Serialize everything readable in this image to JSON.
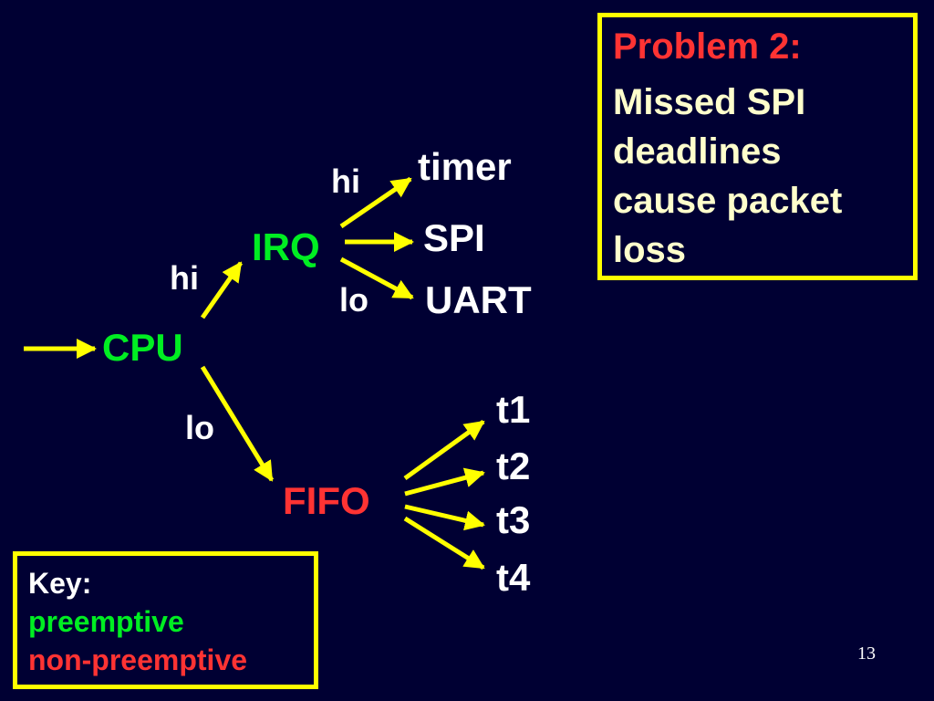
{
  "colors": {
    "background": "#000033",
    "arrow": "#FFFF00",
    "preemptive": "#00EE22",
    "non_preemptive": "#FF3333",
    "task_text": "#FFFFFF",
    "problem_title": "#FF3333",
    "problem_body": "#FFFFCC",
    "box_border": "#FFFF00"
  },
  "nodes": {
    "cpu": "CPU",
    "irq": "IRQ",
    "fifo": "FIFO",
    "timer": "timer",
    "spi": "SPI",
    "uart": "UART",
    "t1": "t1",
    "t2": "t2",
    "t3": "t3",
    "t4": "t4"
  },
  "edge_labels": {
    "cpu_irq": "hi",
    "cpu_fifo": "lo",
    "irq_timer": "hi",
    "irq_uart": "lo"
  },
  "problem": {
    "title": "Problem 2:",
    "body_lines": [
      "Missed SPI",
      "deadlines",
      "cause packet",
      "loss"
    ]
  },
  "key": {
    "title": "Key:",
    "preemptive": "preemptive",
    "non_preemptive": "non-preemptive"
  },
  "page_number": "13"
}
